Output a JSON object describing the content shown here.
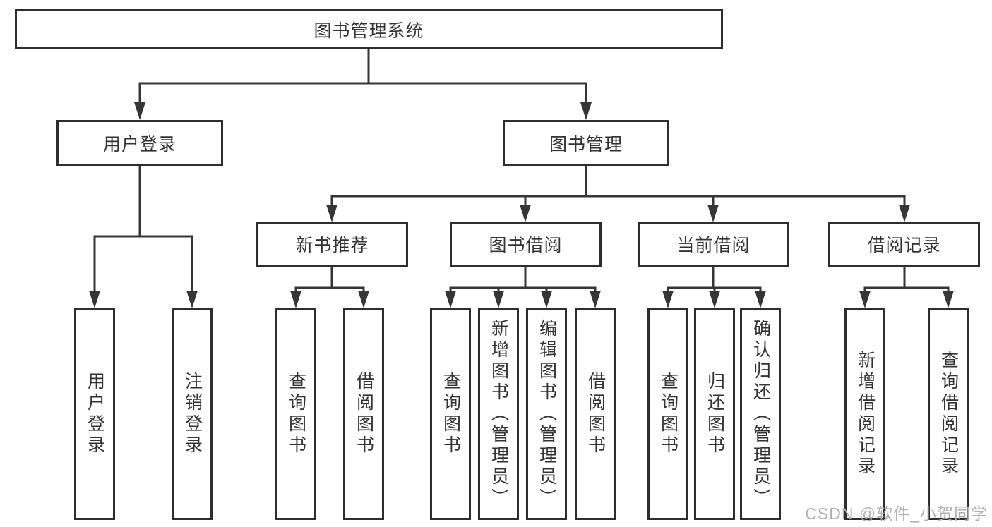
{
  "diagram": {
    "root": {
      "label": "图书管理系统"
    },
    "level2": [
      {
        "id": "user-login",
        "label": "用户登录"
      },
      {
        "id": "book-management",
        "label": "图书管理"
      }
    ],
    "level3": [
      {
        "id": "new-book-recommend",
        "label": "新书推荐",
        "parent": "图书管理"
      },
      {
        "id": "book-borrow",
        "label": "图书借阅",
        "parent": "图书管理"
      },
      {
        "id": "current-borrow",
        "label": "当前借阅",
        "parent": "图书管理"
      },
      {
        "id": "borrow-records",
        "label": "借阅记录",
        "parent": "图书管理"
      }
    ],
    "leaves": [
      {
        "parent": "用户登录",
        "label": "用户登录"
      },
      {
        "parent": "用户登录",
        "label": "注销登录"
      },
      {
        "parent": "新书推荐",
        "label": "查询图书"
      },
      {
        "parent": "新书推荐",
        "label": "借阅图书"
      },
      {
        "parent": "图书借阅",
        "label": "查询图书"
      },
      {
        "parent": "图书借阅",
        "label": "新增图书（管理员）"
      },
      {
        "parent": "图书借阅",
        "label": "编辑图书（管理员）"
      },
      {
        "parent": "图书借阅",
        "label": "借阅图书"
      },
      {
        "parent": "当前借阅",
        "label": "查询图书"
      },
      {
        "parent": "当前借阅",
        "label": "归还图书"
      },
      {
        "parent": "当前借阅",
        "label": "确认归还（管理员）"
      },
      {
        "parent": "借阅记录",
        "label": "新增借阅记录"
      },
      {
        "parent": "借阅记录",
        "label": "查询借阅记录"
      }
    ],
    "watermark": "CSDN @软件_小贺同学",
    "colors": {
      "line": "#363636",
      "box_border": "#2e2e2e",
      "text": "#333333",
      "watermark": "#b3aeae",
      "background": "#ffffff"
    }
  }
}
